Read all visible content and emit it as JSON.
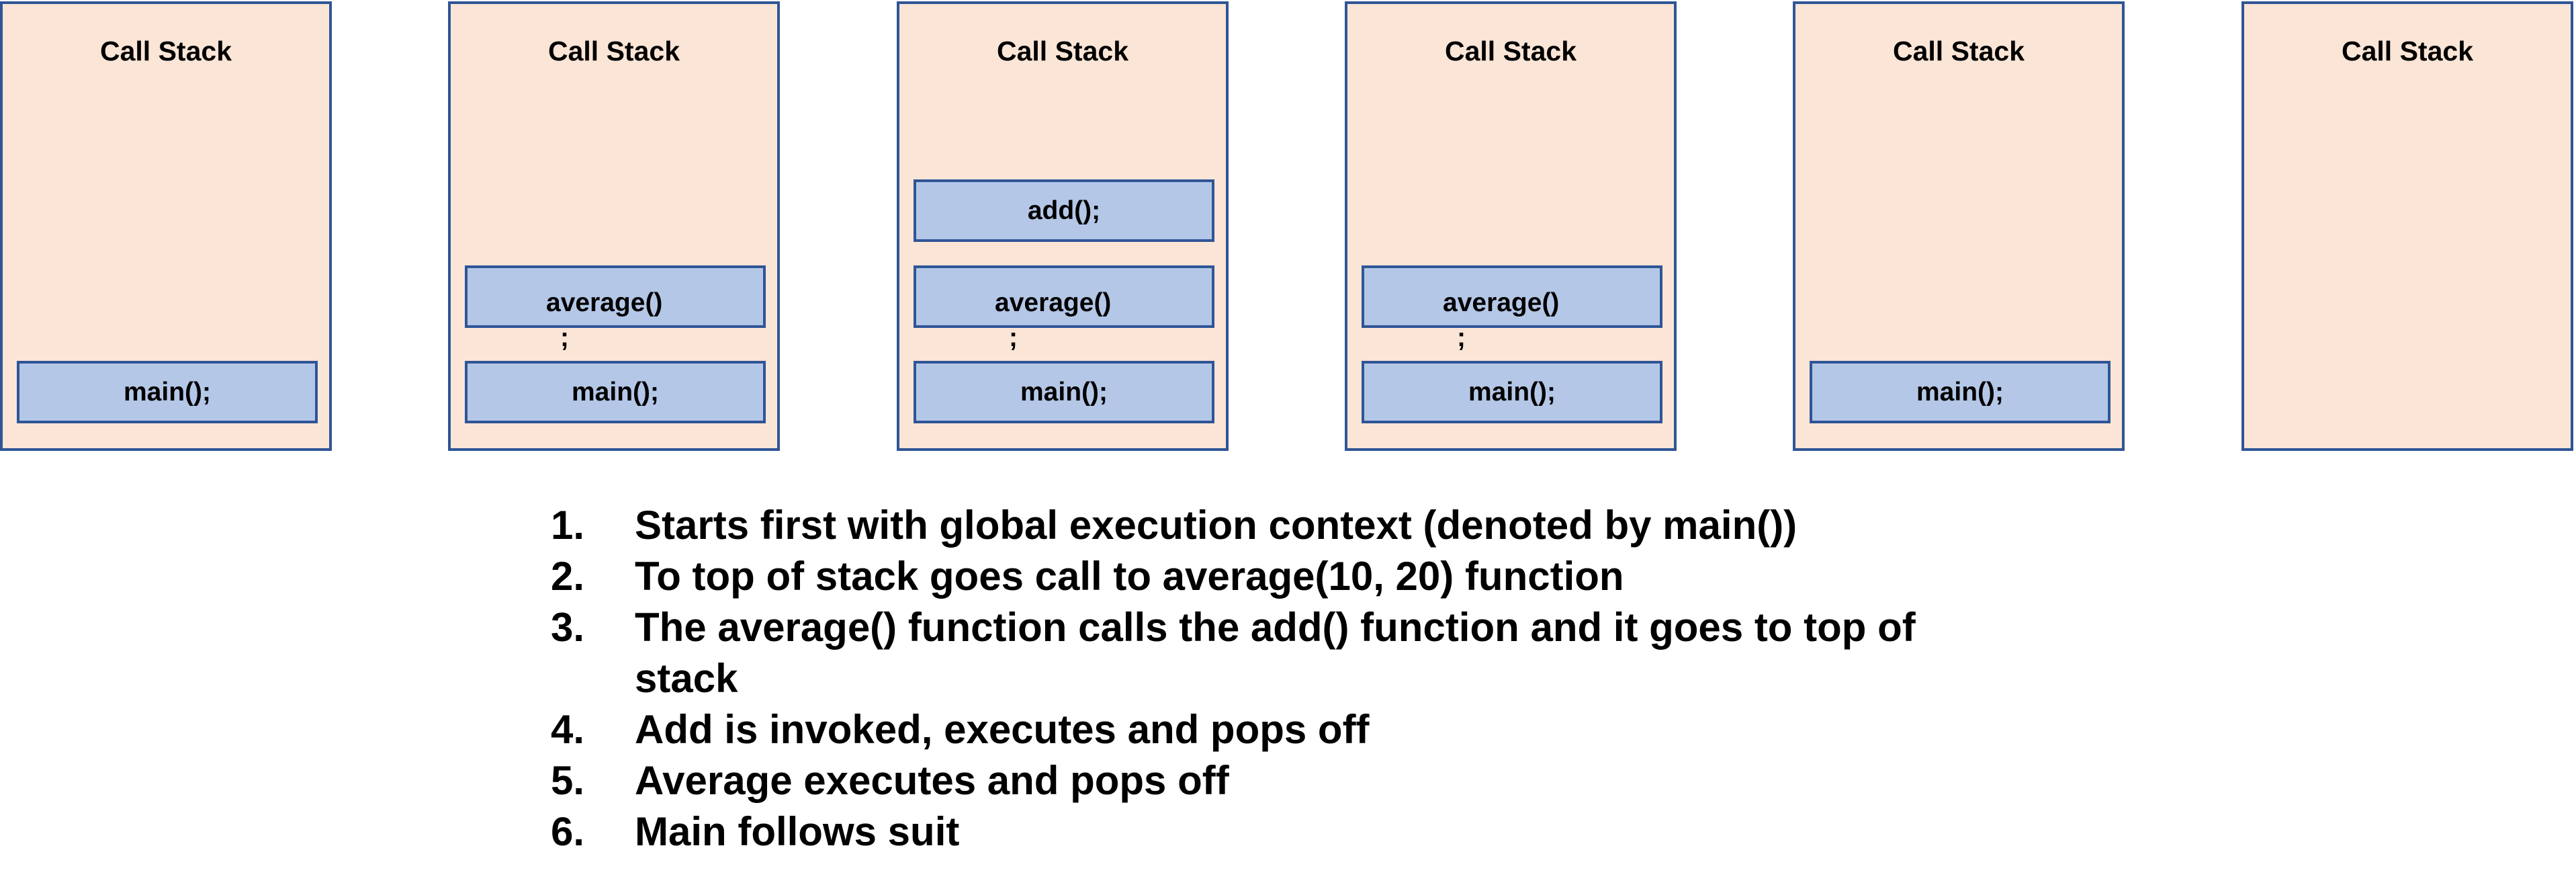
{
  "panels": [
    {
      "title": "Call Stack",
      "frames": {
        "main": "main();"
      }
    },
    {
      "title": "Call Stack",
      "frames": {
        "average": "average()",
        "average_semicolon": ";",
        "main": "main();"
      }
    },
    {
      "title": "Call Stack",
      "frames": {
        "add": "add();",
        "average": "average()",
        "average_semicolon": ";",
        "main": "main();"
      }
    },
    {
      "title": "Call Stack",
      "frames": {
        "average": "average()",
        "average_semicolon": ";",
        "main": "main();"
      }
    },
    {
      "title": "Call Stack",
      "frames": {
        "main": "main();"
      }
    },
    {
      "title": "Call Stack",
      "frames": {}
    }
  ],
  "steps": [
    {
      "number": "1.",
      "text": "Starts first with global execution context (denoted by main())"
    },
    {
      "number": "2.",
      "text": "To top of stack goes call to average(10, 20) function"
    },
    {
      "number": "3.",
      "text": "The average() function calls the add() function and it goes to top of stack"
    },
    {
      "number": "4.",
      "text": "Add is invoked, executes and pops off"
    },
    {
      "number": "5.",
      "text": "Average executes and pops off"
    },
    {
      "number": "6.",
      "text": "Main follows suit"
    }
  ],
  "colors": {
    "panel_fill": "#fbe5d6",
    "panel_border": "#2f5597",
    "frame_fill": "#b4c7e7",
    "frame_border": "#2f5597"
  }
}
